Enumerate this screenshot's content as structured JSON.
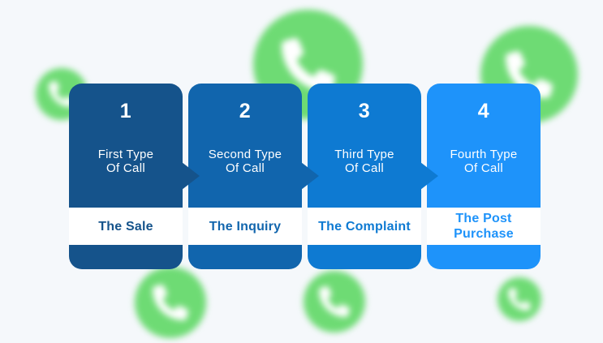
{
  "page": {
    "background_color": "#f5f8fb",
    "accent_green": "#6edb74",
    "description": "Four types of call infographic"
  },
  "cards": [
    {
      "number": "1",
      "title_line1": "First Type",
      "title_line2": "Of Call",
      "label": "The Sale",
      "color": "#15538b",
      "has_arrow": true
    },
    {
      "number": "2",
      "title_line1": "Second Type",
      "title_line2": "Of Call",
      "label": "The Inquiry",
      "color": "#1165ad",
      "has_arrow": true
    },
    {
      "number": "3",
      "title_line1": "Third Type",
      "title_line2": "Of Call",
      "label": "The Complaint",
      "color": "#0e7ad2",
      "has_arrow": true
    },
    {
      "number": "4",
      "title_line1": "Fourth Type",
      "title_line2": "Of Call",
      "label": "The Post Purchase",
      "color": "#1e93fa",
      "has_arrow": false
    }
  ],
  "decorations": {
    "icon": "phone-handset",
    "icon_color": "#ffffff",
    "circle_color": "#6edb74",
    "count": 6
  }
}
